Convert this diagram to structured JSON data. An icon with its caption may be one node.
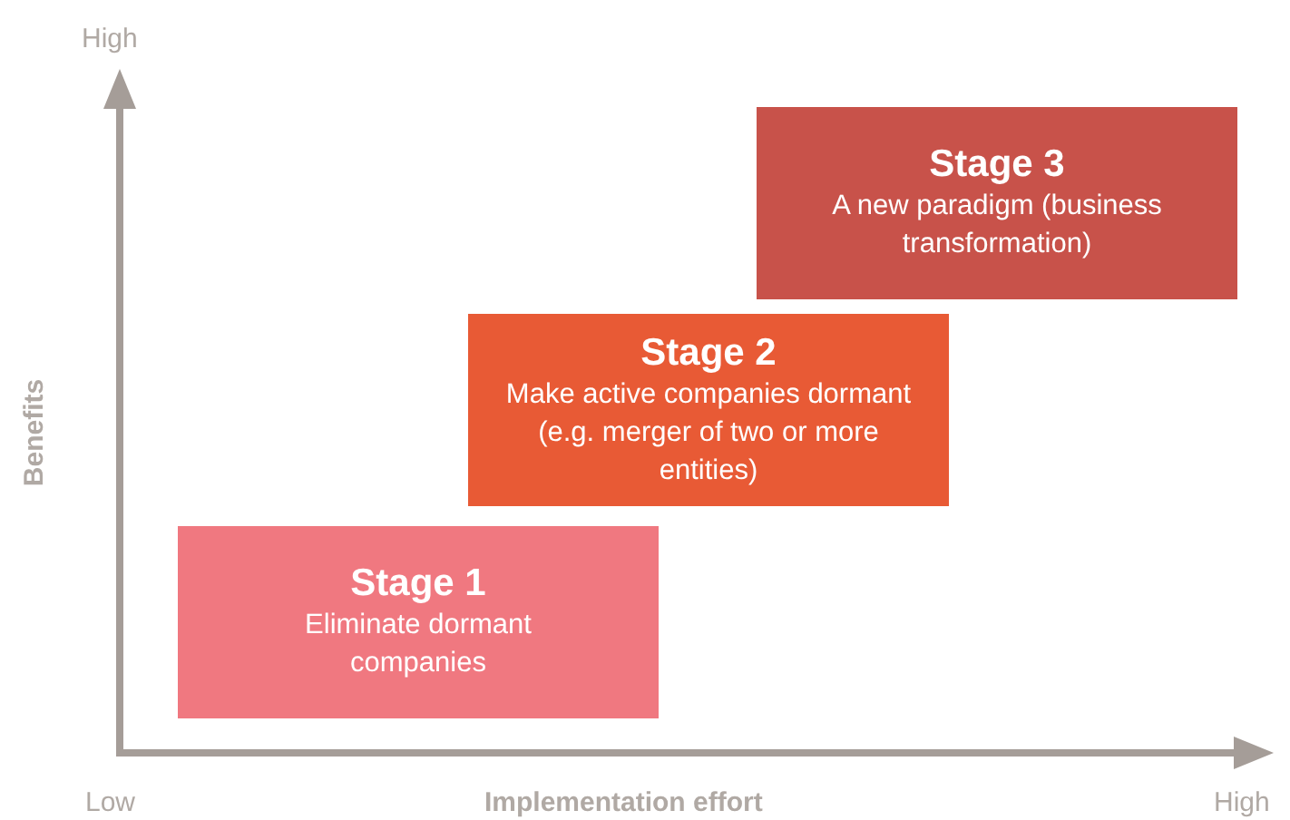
{
  "diagram": {
    "nodes": [
      {
        "text": [
          "Stage 3",
          "A new paradigm (business transformation)"
        ]
      },
      {
        "text": [
          "Stage 2",
          "Make active companies dormant (e.g. merger of two or more entities)"
        ]
      },
      {
        "text": [
          "Stage 1",
          "Eliminate dormant companies"
        ]
      }
    ],
    "edges": [],
    "labels": [
      "High",
      "Benefits",
      "Low",
      "Implementation effort",
      "High"
    ]
  }
}
